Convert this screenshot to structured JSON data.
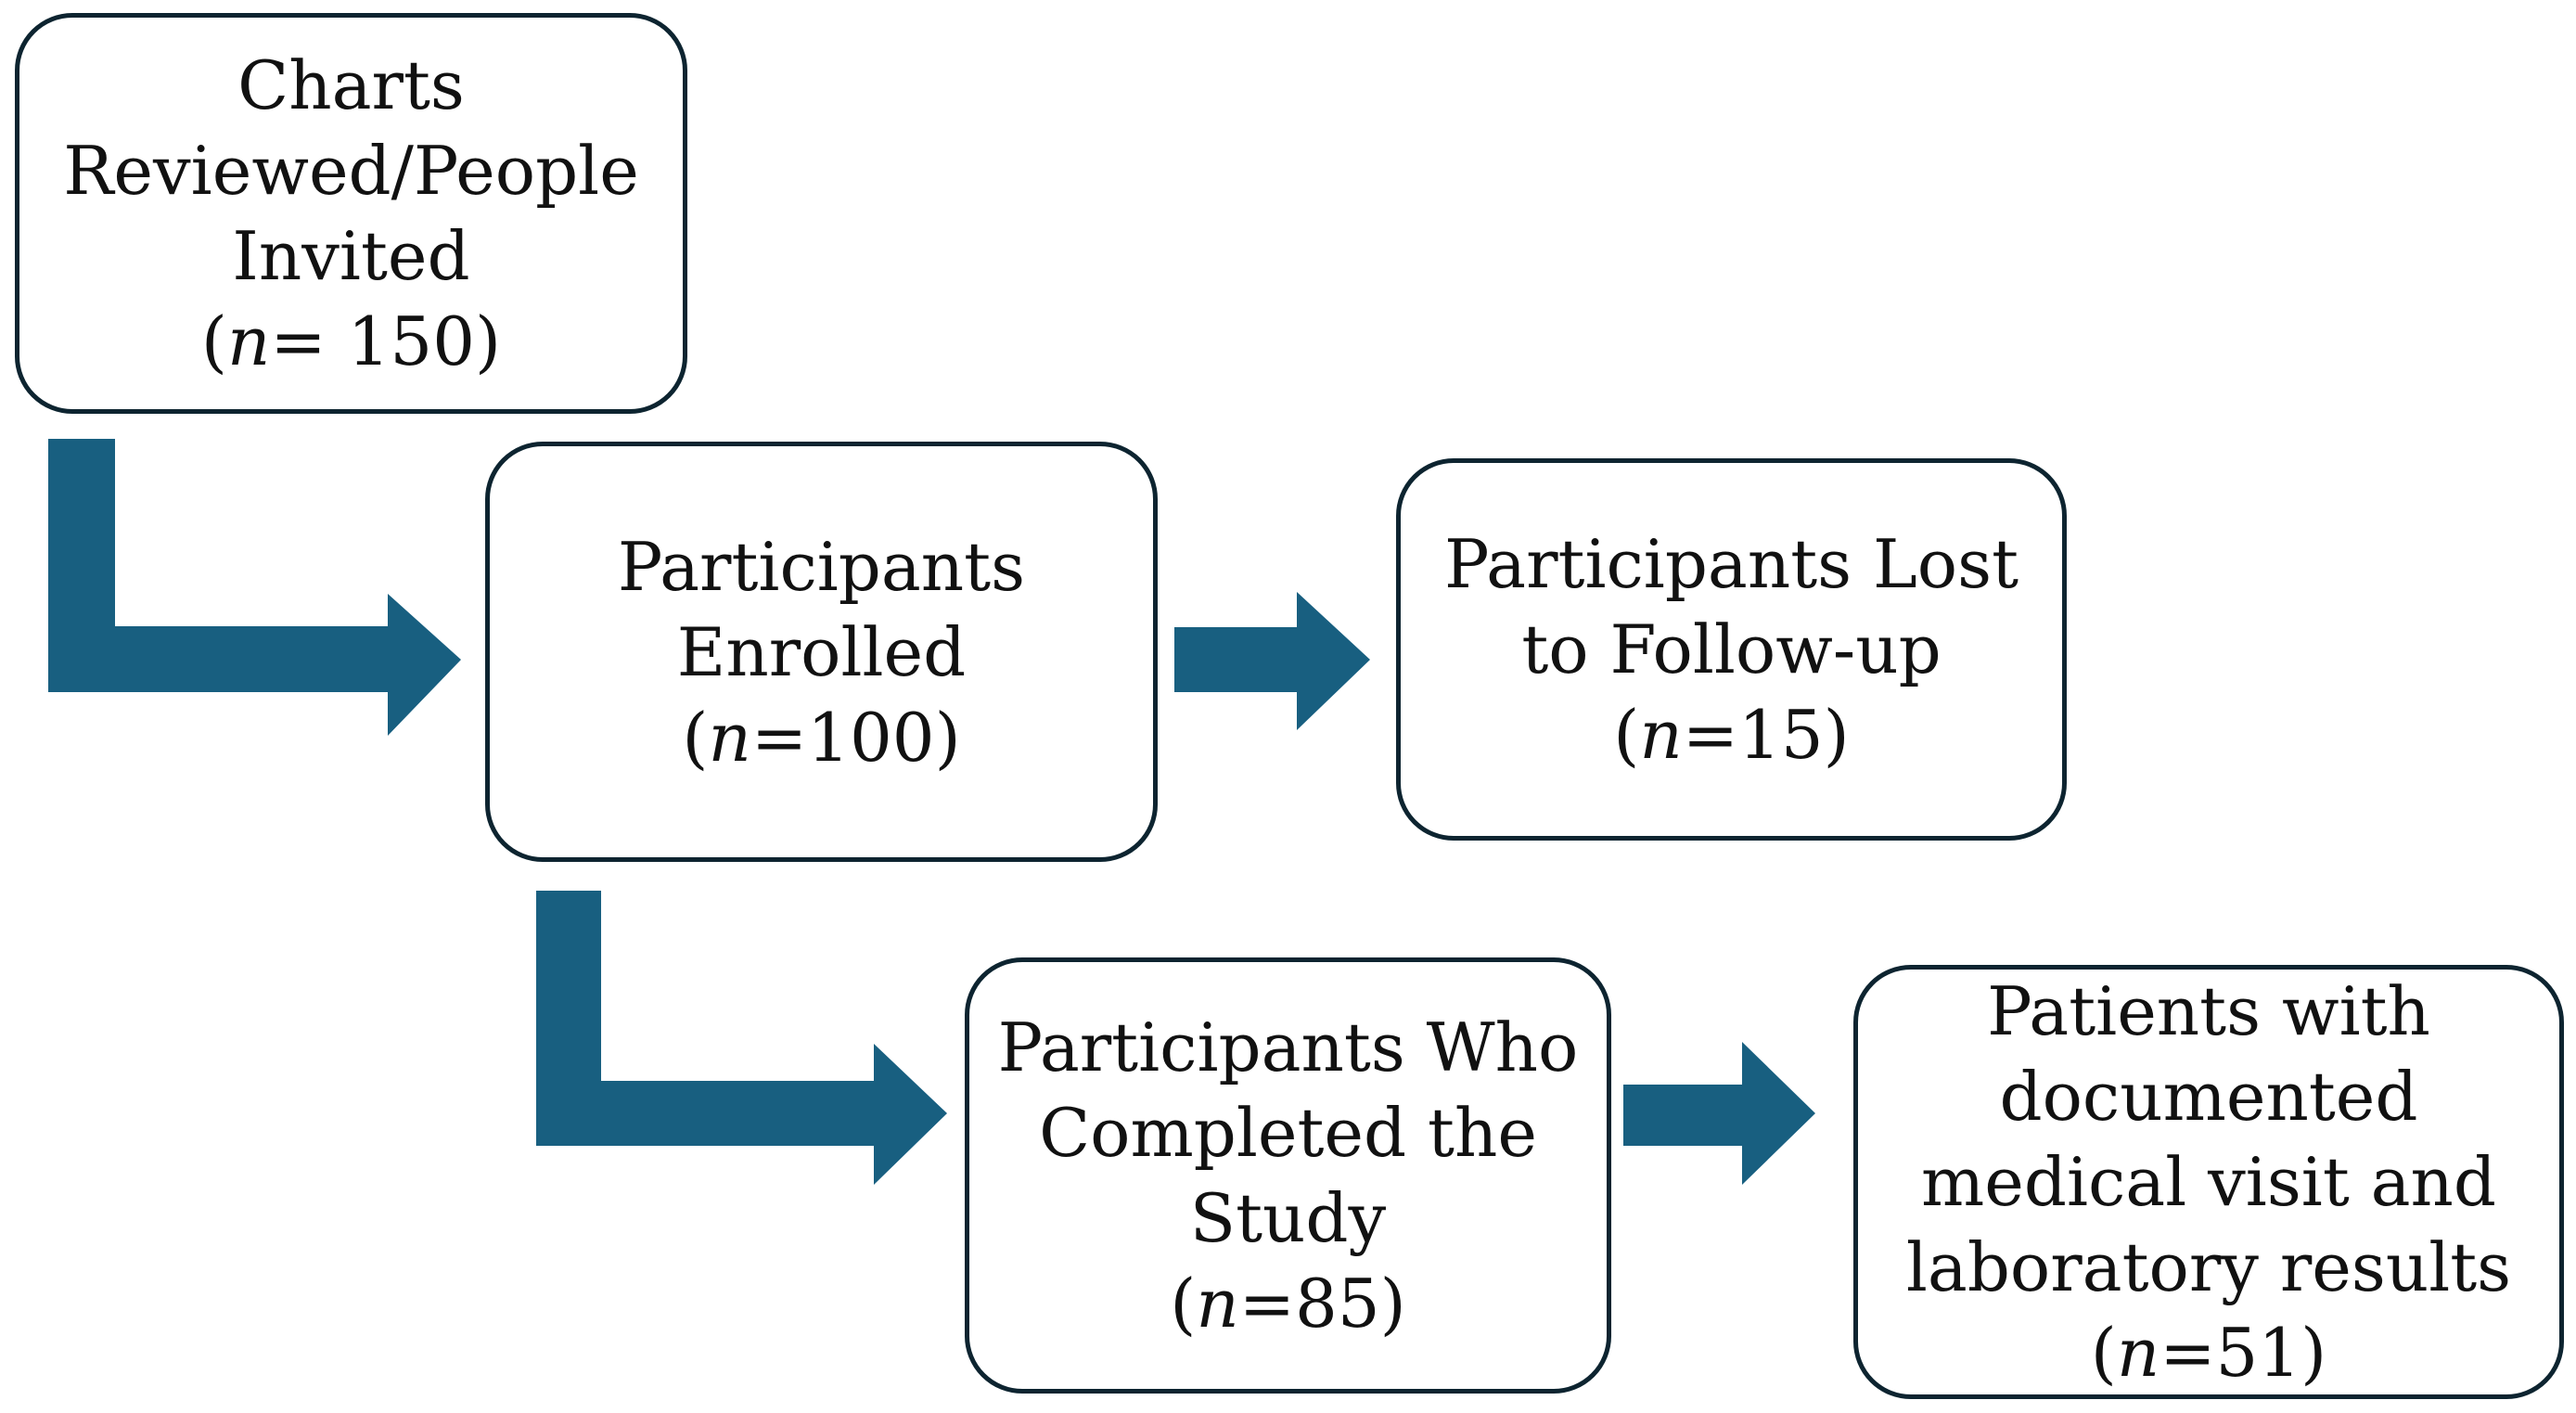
{
  "colors": {
    "arrow": "#185f80",
    "box_border": "#0d2430",
    "box_fill": "#ffffff",
    "text": "#111111"
  },
  "boxes": {
    "charts": {
      "lines": [
        "Charts",
        "Reviewed/People",
        "Invited"
      ],
      "n_prefix": "(",
      "n_var": "n",
      "n_value": "= 150)"
    },
    "enrolled": {
      "lines": [
        "Participants",
        "Enrolled"
      ],
      "n_prefix": "(",
      "n_var": "n",
      "n_value": "=100)"
    },
    "lost": {
      "lines": [
        "Participants Lost",
        "to Follow-up"
      ],
      "n_prefix": "(",
      "n_var": "n",
      "n_value": "=15)"
    },
    "completed": {
      "lines": [
        "Participants Who",
        "Completed the",
        "Study"
      ],
      "n_prefix": "(",
      "n_var": "n",
      "n_value": "=85)"
    },
    "patients": {
      "lines": [
        "Patients with",
        "documented",
        "medical visit and",
        "laboratory results"
      ],
      "n_prefix": "(",
      "n_var": "n",
      "n_value": "=51)"
    }
  },
  "arrows": [
    {
      "name": "arrow-charts-to-enrolled",
      "type": "elbow"
    },
    {
      "name": "arrow-enrolled-to-lost",
      "type": "straight"
    },
    {
      "name": "arrow-enrolled-to-completed",
      "type": "elbow"
    },
    {
      "name": "arrow-completed-to-patients",
      "type": "straight"
    }
  ]
}
